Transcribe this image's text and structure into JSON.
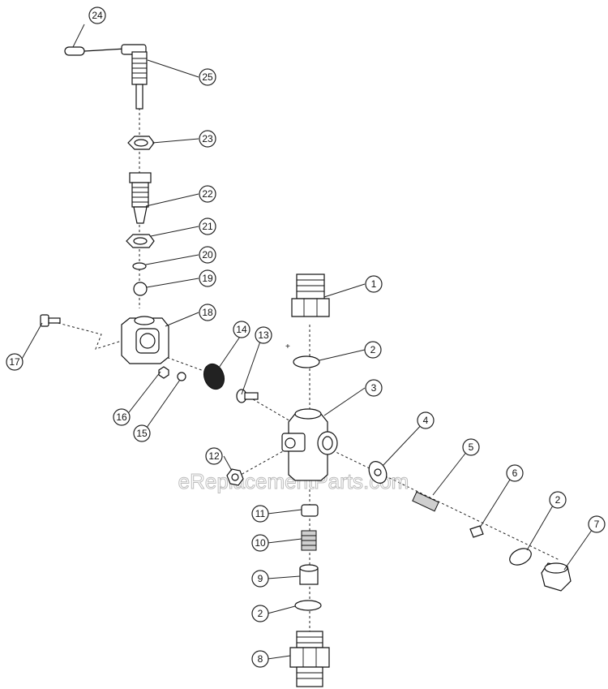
{
  "watermark": "eReplacementParts.com",
  "callouts": [
    "1",
    "2",
    "3",
    "4",
    "5",
    "6",
    "2",
    "7",
    "8",
    "2",
    "9",
    "10",
    "11",
    "12",
    "13",
    "14",
    "15",
    "16",
    "17",
    "18",
    "19",
    "20",
    "21",
    "22",
    "23",
    "24",
    "25"
  ]
}
